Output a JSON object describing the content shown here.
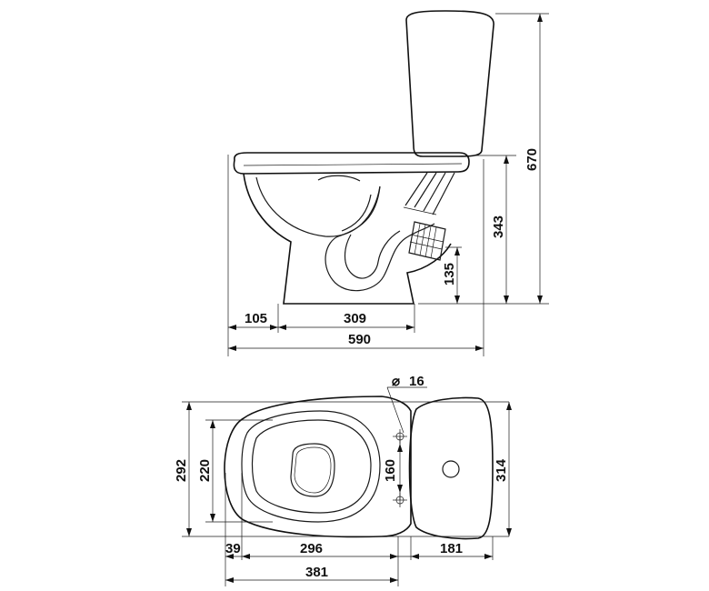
{
  "dimensions": {
    "side_view": {
      "front_overhang": "105",
      "base_length": "309",
      "total_length": "590",
      "seat_height": "343",
      "total_height": "670",
      "outlet_height": "135"
    },
    "top_view": {
      "hole_diameter": "16",
      "outer_width": "292",
      "bowl_width": "220",
      "bolt_spacing": "160",
      "tank_width": "314",
      "front_offset": "39",
      "bowl_length": "296",
      "tank_depth": "181",
      "overall_depth": "381"
    }
  },
  "symbols": {
    "diameter": "⌀"
  }
}
